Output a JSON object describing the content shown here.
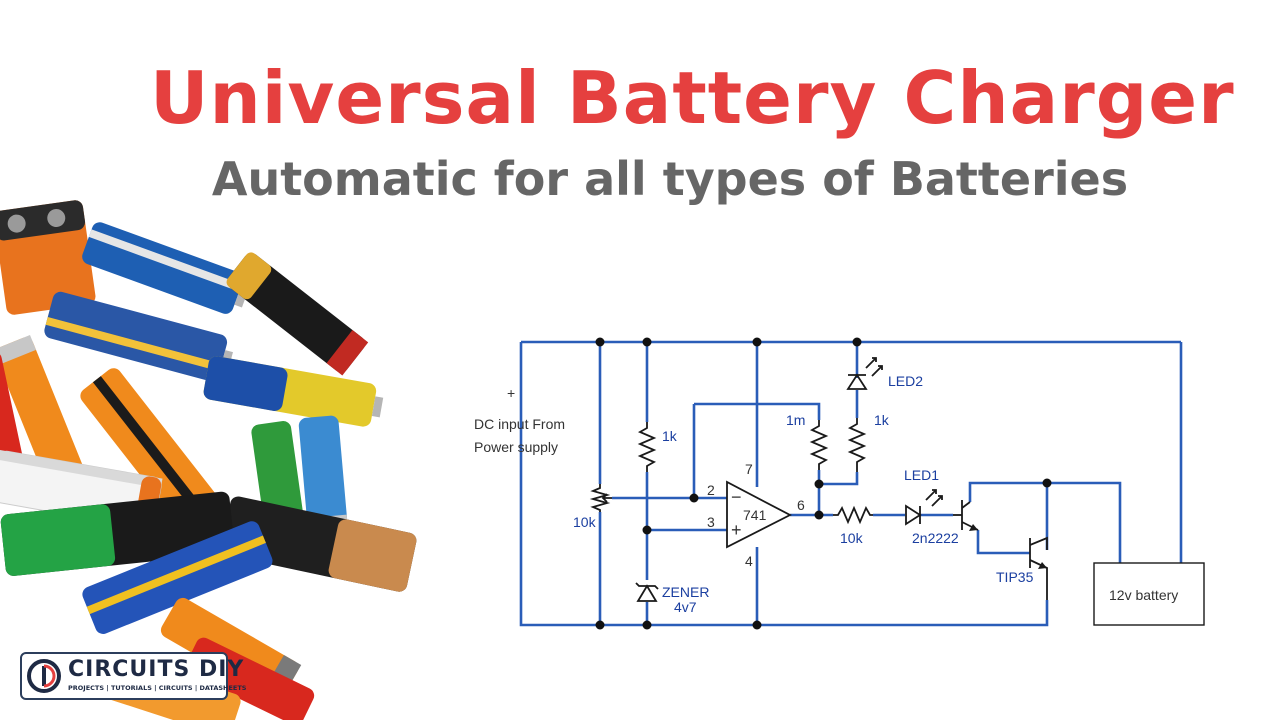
{
  "header": {
    "title": "Universal Battery Charger",
    "subtitle": "Automatic for all types of Batteries"
  },
  "circuit": {
    "input_plus": "+",
    "input_label_line1": "DC input From",
    "input_label_line2": "Power supply",
    "r_top": "1k",
    "pot": "10k",
    "zener_name": "ZENER",
    "zener_value": "4v7",
    "opamp": "741",
    "pin2": "2",
    "pin3": "3",
    "pin4": "4",
    "pin6": "6",
    "pin7": "7",
    "minus_sign": "−",
    "plus_sign": "+",
    "r_feedback": "1m",
    "r_led": "1k",
    "led2": "LED2",
    "led1": "LED1",
    "r_base": "10k",
    "q1": "2n2222",
    "q2": "TIP35",
    "battery": "12v battery"
  },
  "logo": {
    "name": "CIRCUITS DIY",
    "tagline": "PROJECTS | TUTORIALS | CIRCUITS | DATASHEETS"
  },
  "colors": {
    "title": "#e5403f",
    "subtitle": "#666666",
    "wire": "#2a5db8",
    "label_blue": "#1b3fa0"
  }
}
